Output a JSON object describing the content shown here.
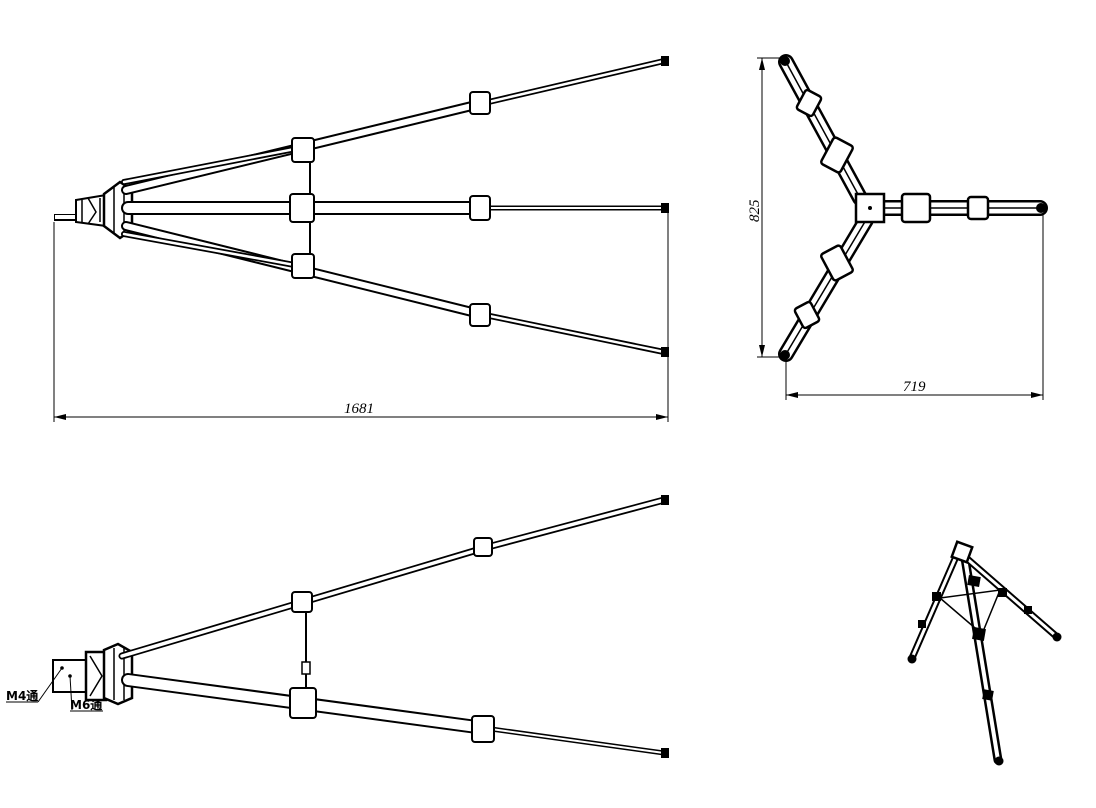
{
  "dimensions": {
    "overall_length": "1681",
    "footprint_height": "825",
    "footprint_width": "719"
  },
  "callouts": {
    "m4_hole": "M4通",
    "m6_hole": "M6通"
  },
  "colors": {
    "line": "#000000",
    "background": "#ffffff"
  }
}
